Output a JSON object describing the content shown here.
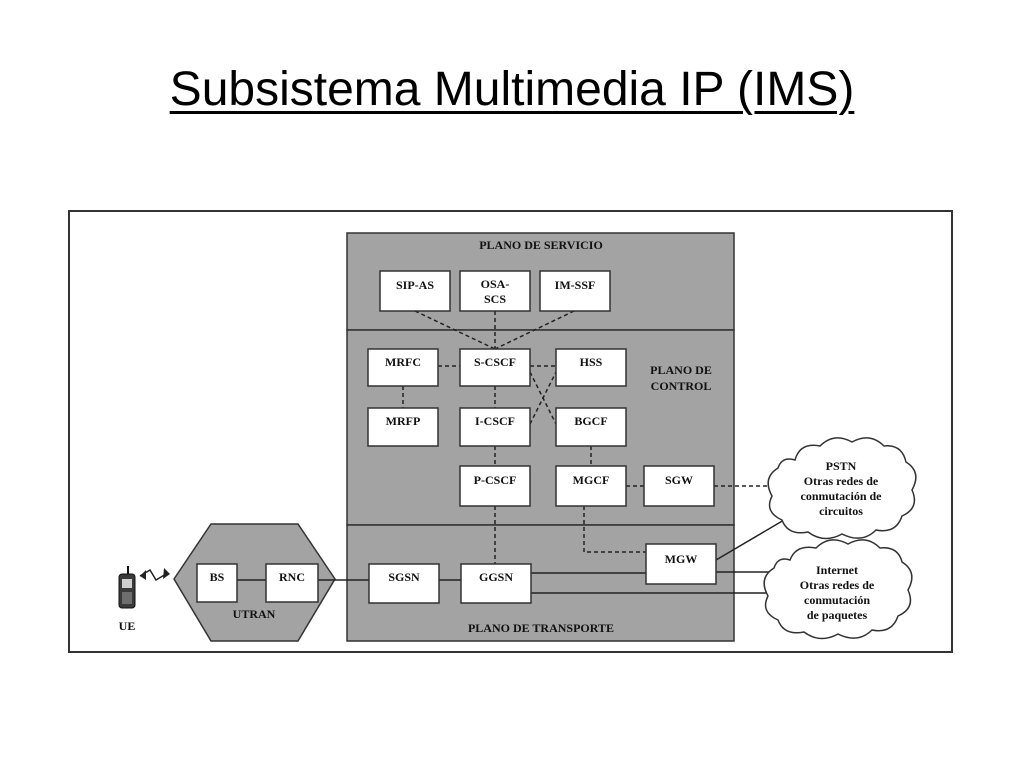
{
  "slide": {
    "title": "Subsistema Multimedia IP (IMS)"
  },
  "planes": {
    "service": "PLANO DE SERVICIO",
    "control_line1": "PLANO DE",
    "control_line2": "CONTROL",
    "transport": "PLANO DE TRANSPORTE"
  },
  "nodes": {
    "sip_as": "SIP-AS",
    "osa_scs_line1": "OSA-",
    "osa_scs_line2": "SCS",
    "im_ssf": "IM-SSF",
    "mrfc": "MRFC",
    "s_cscf": "S-CSCF",
    "hss": "HSS",
    "mrfp": "MRFP",
    "i_cscf": "I-CSCF",
    "bgcf": "BGCF",
    "p_cscf": "P-CSCF",
    "mgcf": "MGCF",
    "sgw": "SGW",
    "mgw": "MGW",
    "sgsn": "SGSN",
    "ggsn": "GGSN",
    "bs": "BS",
    "rnc": "RNC",
    "utran": "UTRAN",
    "ue": "UE"
  },
  "networks": {
    "pstn": [
      "PSTN",
      "Otras redes de",
      "conmutación de",
      "circuitos"
    ],
    "internet": [
      "Internet",
      "Otras redes de",
      "conmutación",
      "de paquetes"
    ]
  }
}
